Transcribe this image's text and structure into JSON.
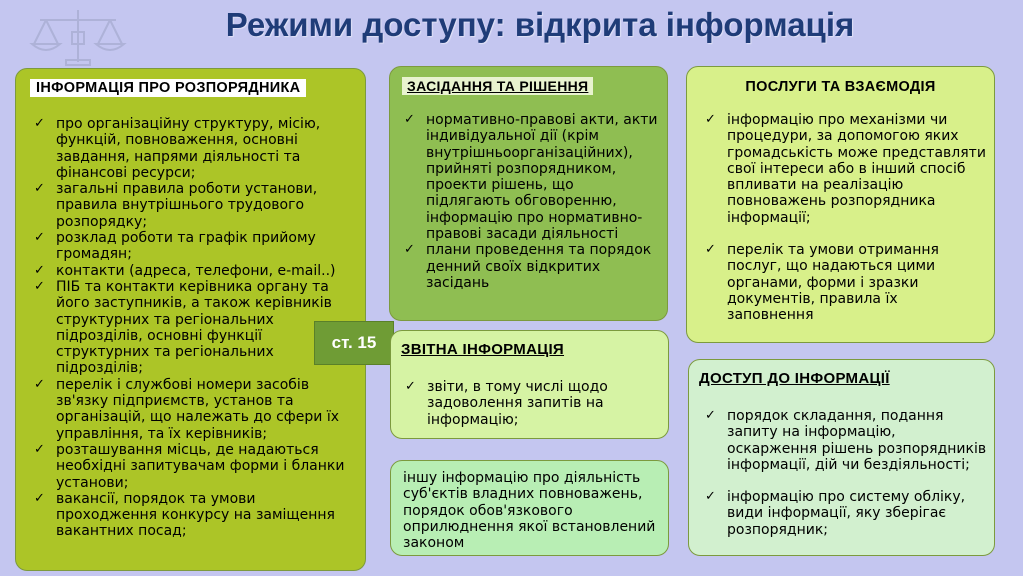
{
  "slide": {
    "title": "Режими доступу: відкрита інформація",
    "page_ref": "ст. 15",
    "colors": {
      "title": "#1f3c78",
      "background": "#c4c6f0",
      "accent": "#6f9c35"
    }
  },
  "logo": {
    "icon": "scales-of-justice-icon"
  },
  "manager_info": {
    "heading": "ІНФОРМАЦІЯ ПРО РОЗПОРЯДНИКА",
    "items": [
      "про організаційну структуру, місію, функцій, повноваження, основні завдання, напрями діяльності та фінансові ресурси;",
      "загальні правила роботи установи, правила внутрішнього трудового розпорядку;",
      "розклад роботи та графік прийому громадян;",
      "контакти (адреса, телефони, e-mail..)",
      "ПІБ та контакти керівника органу та його заступників, а також керівників структурних та регіональних підрозділів, основні функції структурних та регіональних підрозділів;",
      "перелік і службові номери засобів зв'язку підприємств, установ та організацій, що належать до сфери їх управління, та їх керівників;",
      "розташування місць, де надаються необхідні запитувачам форми і бланки установи;",
      "вакансії, порядок та умови проходження конкурсу на заміщення вакантних посад;"
    ]
  },
  "meetings": {
    "heading": "ЗАСІДАННЯ ТА РІШЕННЯ",
    "items": [
      "нормативно-правові акти, акти індивідуальної дії (крім внутрішньоорганізаційних), прийняті розпорядником, проекти рішень, що підлягають обговоренню, інформацію про нормативно-правові засади діяльності",
      "плани проведення та порядок денний своїх відкритих засідань"
    ]
  },
  "services": {
    "heading": "ПОСЛУГИ ТА ВЗАЄМОДІЯ",
    "items": [
      "інформацію про механізми чи процедури, за допомогою яких громадськість може представляти свої інтереси або в інший спосіб впливати на реалізацію повноважень розпорядника інформації;",
      "перелік та умови отримання послуг, що надаються цими органами, форми і зразки документів, правила їх заповнення"
    ]
  },
  "reports": {
    "heading": "ЗВІТНА ІНФОРМАЦІЯ",
    "items": [
      "звіти, в тому числі щодо задоволення запитів на інформацію;"
    ]
  },
  "access": {
    "heading": "ДОСТУП ДО ІНФОРМАЦІЇ",
    "items": [
      "порядок складання, подання запиту на інформацію, оскарження рішень розпорядників інформації, дій чи бездіяльності;",
      "інформацію про систему обліку, види інформації, яку зберігає розпорядник;"
    ]
  },
  "other": {
    "text": "іншу інформацію про діяльність суб'єктів владних повноважень, порядок обов'язкового оприлюднення якої встановлений законом"
  },
  "check_glyph": "✓"
}
